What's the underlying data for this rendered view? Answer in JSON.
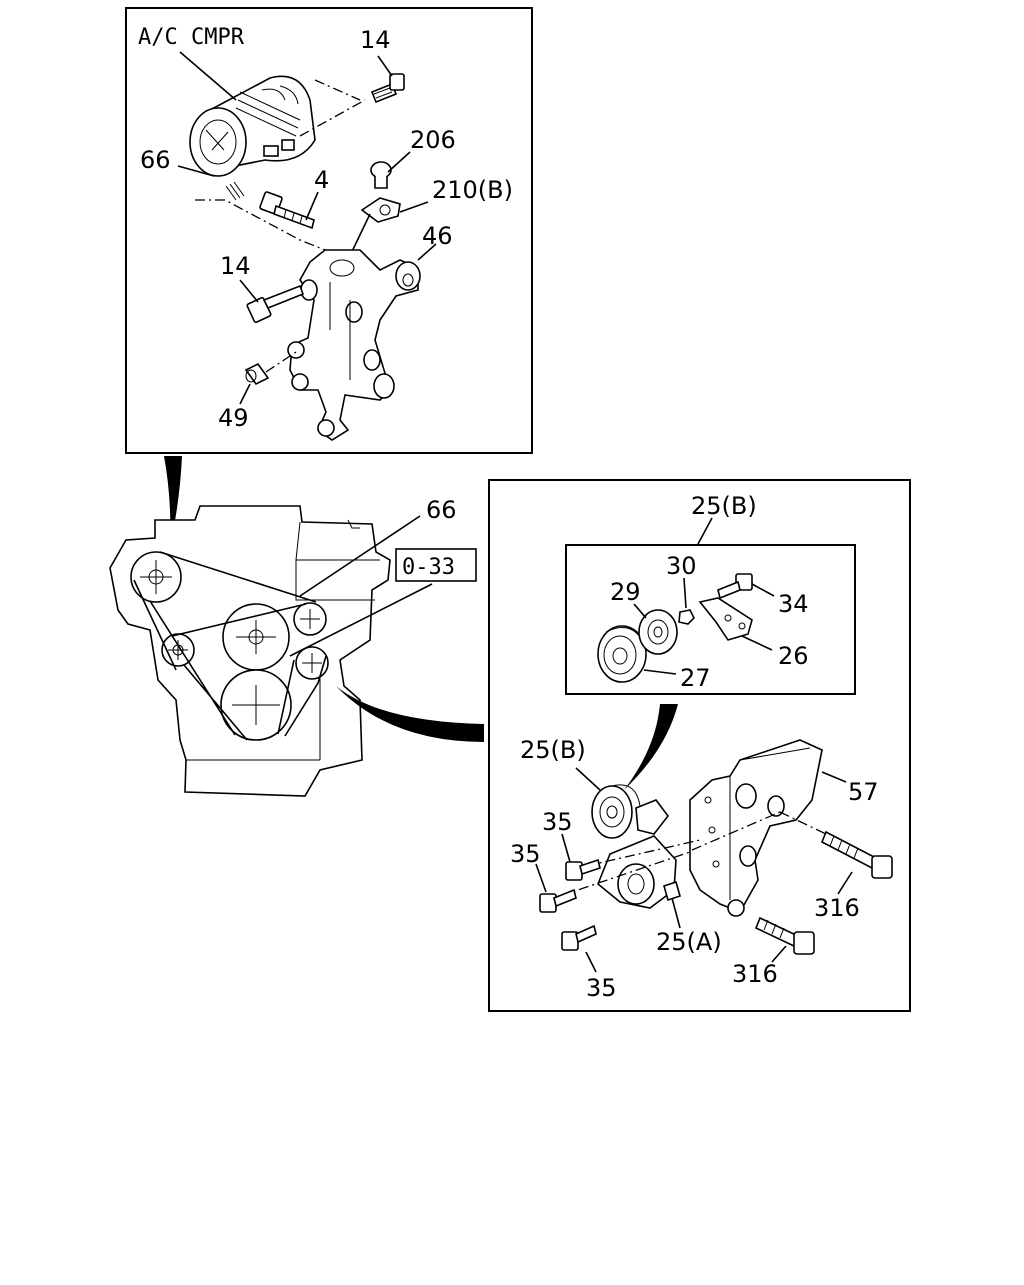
{
  "top_panel": {
    "title": "A/C CMPR",
    "labels": [
      "14",
      "206",
      "210(B)",
      "66",
      "4",
      "46",
      "14",
      "49"
    ]
  },
  "engine": {
    "label_belt": "66",
    "ref_box": "0-33"
  },
  "inset": {
    "header": "25(B)",
    "labels": [
      "29",
      "30",
      "34",
      "27",
      "26"
    ]
  },
  "bottom_panel": {
    "labels": [
      "25(B)",
      "57",
      "35",
      "35",
      "316",
      "25(A)",
      "316",
      "35"
    ]
  }
}
